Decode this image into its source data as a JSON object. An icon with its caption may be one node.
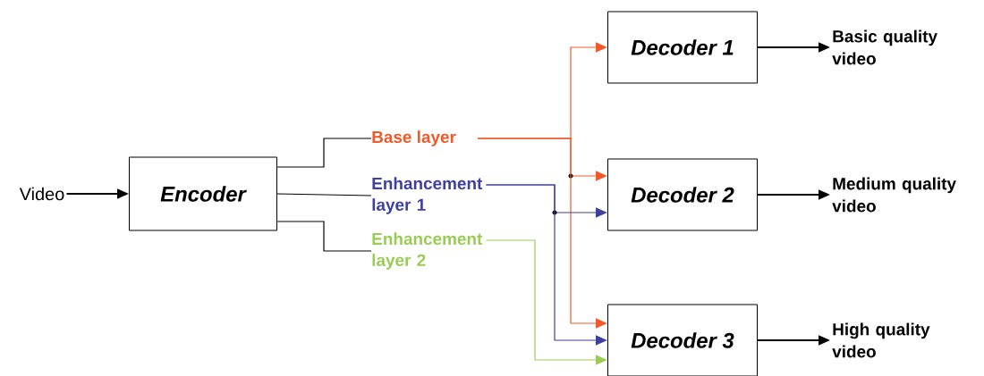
{
  "diagram": {
    "nodes": [
      {
        "text": [
          "Video"
        ]
      },
      {
        "text": [
          "Encoder"
        ]
      },
      {
        "text": [
          "Base layer"
        ]
      },
      {
        "text": [
          "Enhancement layer 1"
        ]
      },
      {
        "text": [
          "Enhancement layer 2"
        ]
      },
      {
        "text": [
          "Decoder 1"
        ]
      },
      {
        "text": [
          "Decoder 2"
        ]
      },
      {
        "text": [
          "Decoder 3"
        ]
      },
      {
        "text": [
          "Basic quality video"
        ]
      },
      {
        "text": [
          "Medium quality video"
        ]
      },
      {
        "text": [
          "High quality video"
        ]
      }
    ],
    "edges": [
      {
        "from": 0,
        "to": 1,
        "arrow": "to"
      },
      {
        "from": 1,
        "to": 2,
        "arrow": "none"
      },
      {
        "from": 1,
        "to": 3,
        "arrow": "none"
      },
      {
        "from": 1,
        "to": 4,
        "arrow": "none"
      },
      {
        "from": 2,
        "to": 5,
        "arrow": "to",
        "color": "#f05a28"
      },
      {
        "from": 2,
        "to": 6,
        "arrow": "to",
        "color": "#f05a28"
      },
      {
        "from": 2,
        "to": 7,
        "arrow": "to",
        "color": "#f05a28"
      },
      {
        "from": 3,
        "to": 6,
        "arrow": "to",
        "color": "#3f3f9f"
      },
      {
        "from": 3,
        "to": 7,
        "arrow": "to",
        "color": "#3f3f9f"
      },
      {
        "from": 4,
        "to": 7,
        "arrow": "to",
        "color": "#99cc55"
      },
      {
        "from": 5,
        "to": 8,
        "arrow": "to"
      },
      {
        "from": 6,
        "to": 9,
        "arrow": "to"
      },
      {
        "from": 7,
        "to": 10,
        "arrow": "to"
      }
    ]
  }
}
